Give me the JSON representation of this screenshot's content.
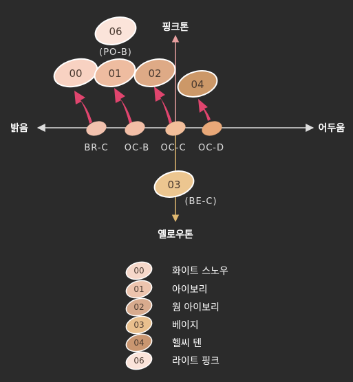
{
  "axis": {
    "top_label": "핑크톤",
    "bottom_label": "옐로우톤",
    "left_label": "밝음",
    "right_label": "어두움"
  },
  "axis_points": [
    {
      "label": "BR-C",
      "color": "#f2c2ae"
    },
    {
      "label": "OC-B",
      "color": "#f2bea6"
    },
    {
      "label": "OC-C",
      "color": "#f2be9a"
    },
    {
      "label": "OC-D",
      "color": "#e8a878"
    }
  ],
  "shades": [
    {
      "code": "06",
      "sub": "(PO-B)",
      "color": "#fbe4da"
    },
    {
      "code": "00",
      "color": "#f8d2c2"
    },
    {
      "code": "01",
      "color": "#eebca0"
    },
    {
      "code": "02",
      "color": "#deaa86"
    },
    {
      "code": "04",
      "color": "#cc9868"
    },
    {
      "code": "03",
      "sub": "(BE-C)",
      "color": "#ecc690"
    }
  ],
  "legend": [
    {
      "code": "00",
      "label": "화이트 스노우",
      "color": "#f6d8ca"
    },
    {
      "code": "01",
      "label": "아이보리",
      "color": "#edc4ae"
    },
    {
      "code": "02",
      "label": "웜 아이보리",
      "color": "#d8ab8e"
    },
    {
      "code": "03",
      "label": "베이지",
      "color": "#e9c08e"
    },
    {
      "code": "04",
      "label": "헬씨 텐",
      "color": "#c99670"
    },
    {
      "code": "06",
      "label": "라이트 핑크",
      "color": "#fbe4da"
    }
  ],
  "colors": {
    "arrow": "#e0456e",
    "vertical_axis_top": "#e8a0a0",
    "vertical_axis_bottom": "#e0b870",
    "horizontal_axis": "#dddddd"
  }
}
